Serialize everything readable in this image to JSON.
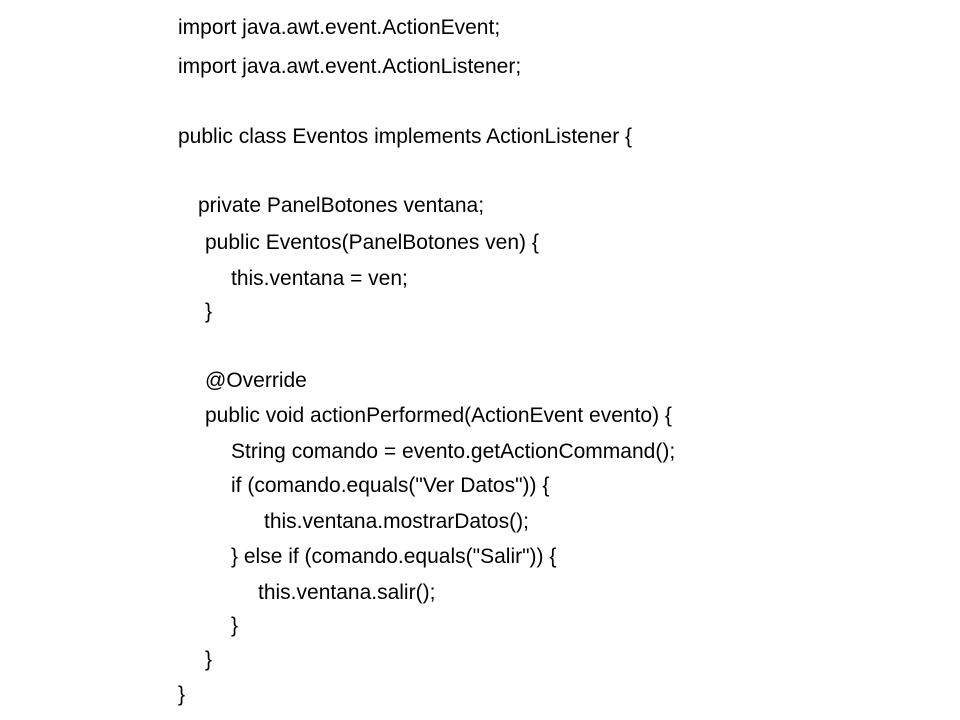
{
  "code_lines": [
    "import java.awt.event.ActionEvent;",
    "import java.awt.event.ActionListener;",
    "public class Eventos implements ActionListener {",
    "private PanelBotones ventana;",
    "public Eventos(PanelBotones ven) {",
    "this.ventana = ven;",
    "}",
    "@Override",
    "public void actionPerformed(ActionEvent evento) {",
    "String comando = evento.getActionCommand();",
    "if (comando.equals(\"Ver Datos\")) {",
    "this.ventana.mostrarDatos();",
    "} else if (comando.equals(\"Salir\")) {",
    "this.ventana.salir();",
    "}",
    "}",
    "}"
  ]
}
